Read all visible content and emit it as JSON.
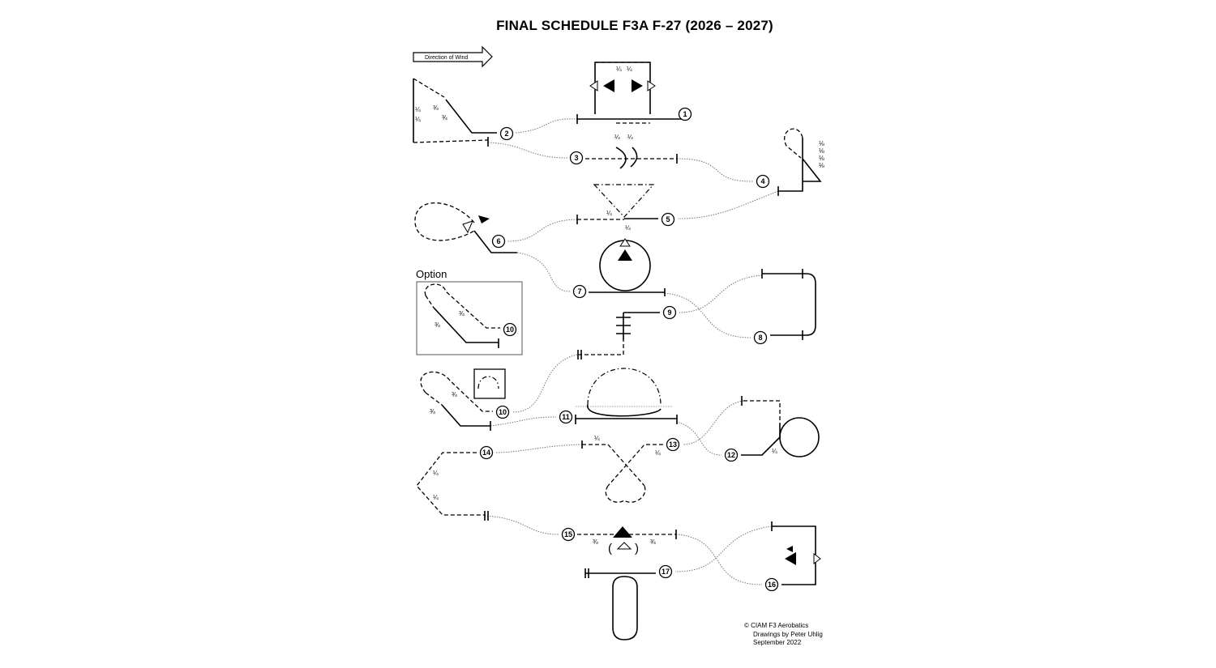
{
  "title": "FINAL SCHEDULE F3A  F-27  (2026 – 2027)",
  "wind_arrow": {
    "label": "Direction of Wind",
    "icon": "right-arrow-icon"
  },
  "option_label": "Option",
  "figure_numbers": [
    "1",
    "2",
    "3",
    "4",
    "5",
    "6",
    "7",
    "8",
    "9",
    "10",
    "11",
    "12",
    "13",
    "14",
    "15",
    "16",
    "17"
  ],
  "option_figure_number": "10",
  "roll_labels": {
    "quarter": "¼",
    "three_quarter": "¾",
    "eighth": "⅛"
  },
  "credits": [
    "© CIAM F3 Aerobatics",
    "Drawings by Peter Uhlig",
    "September 2022"
  ]
}
